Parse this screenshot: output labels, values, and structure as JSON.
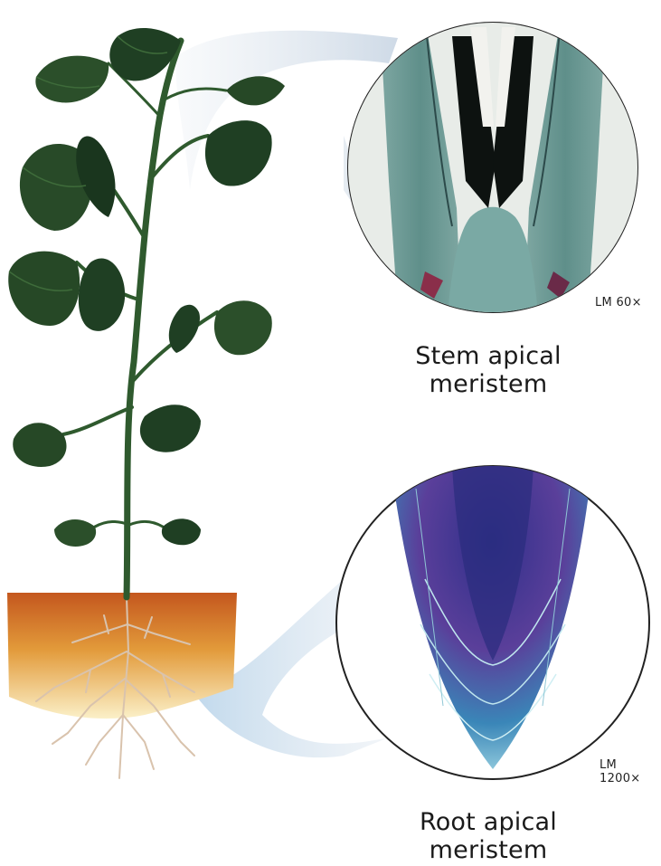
{
  "stem_panel": {
    "caption_line1": "Stem apical",
    "caption_line2": "meristem",
    "magnification": "LM 60×"
  },
  "root_panel": {
    "caption_line1": "Root apical",
    "caption_line2": "meristem",
    "magnification": "LM 1200×"
  },
  "colors": {
    "leaf_dark": "#1f3f23",
    "leaf_light": "#3e6b3a",
    "stem": "#2f5a2e",
    "soil_top": "#c4571e",
    "soil_bottom": "#f3d77a",
    "root": "#d9c3ad",
    "stem_tissue": "#5f8f8a",
    "root_tissue_core": "#2e2f8a",
    "root_tissue_outer": "#4fb6c8"
  }
}
